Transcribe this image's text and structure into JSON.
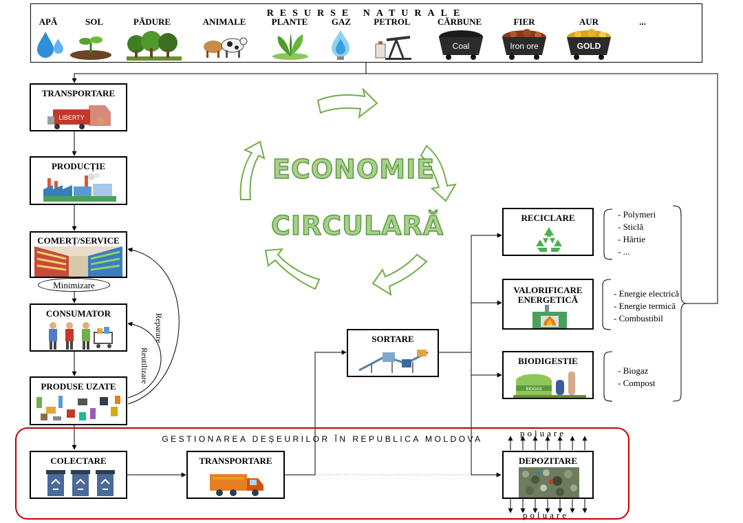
{
  "resources": {
    "title": "RESURSE NATURALE",
    "items": [
      "APĂ",
      "SOL",
      "PĂDURE",
      "ANIMALE",
      "PLANTE",
      "GAZ",
      "PETROL",
      "CĂRBUNE",
      "FIER",
      "AUR",
      "..."
    ],
    "ore_labels": {
      "coal": "Coal",
      "iron": "Iron ore",
      "gold": "GOLD"
    }
  },
  "center": {
    "line1": "ECONOMIE",
    "line2": "CIRCULARĂ"
  },
  "left_chain": {
    "transportare": "TRANSPORTARE",
    "truck_text": "LIBERTY",
    "productie": "PRODUCȚIE",
    "comert": "COMERȚ/SERVICE",
    "minimizare": "Minimizare",
    "consumator": "CONSUMATOR",
    "produse": "PRODUSE UZATE",
    "reparare": "Reparare",
    "reutilizare": "Reutilizare"
  },
  "right": {
    "sortare": "SORTARE",
    "reciclare": "RECICLARE",
    "valorificare_1": "VALORIFICARE",
    "valorificare_2": "ENERGETICĂ",
    "biodigestie": "BIODIGESTIE",
    "biogas_tank": "BIOGAS",
    "reciclare_items": [
      "- Polymeri",
      "- Sticlă",
      "- Hârtie",
      "- ..."
    ],
    "valorificare_items": [
      "- Energie electrică",
      "- Energie termică",
      "- Combustibil"
    ],
    "biodigestie_items": [
      "- Biogaz",
      "- Compost"
    ]
  },
  "gestionare": {
    "title": "GESTIONAREA DEȘEURILOR ÎN REPUBLICA MOLDOVA",
    "colectare": "COLECTARE",
    "transportare": "TRANSPORTARE",
    "depozitare": "DEPOZITARE",
    "poluare": "poluare"
  },
  "colors": {
    "green_text": "#a8d08d",
    "green_stroke": "#5a9a3a",
    "frame_red": "#c00000"
  }
}
